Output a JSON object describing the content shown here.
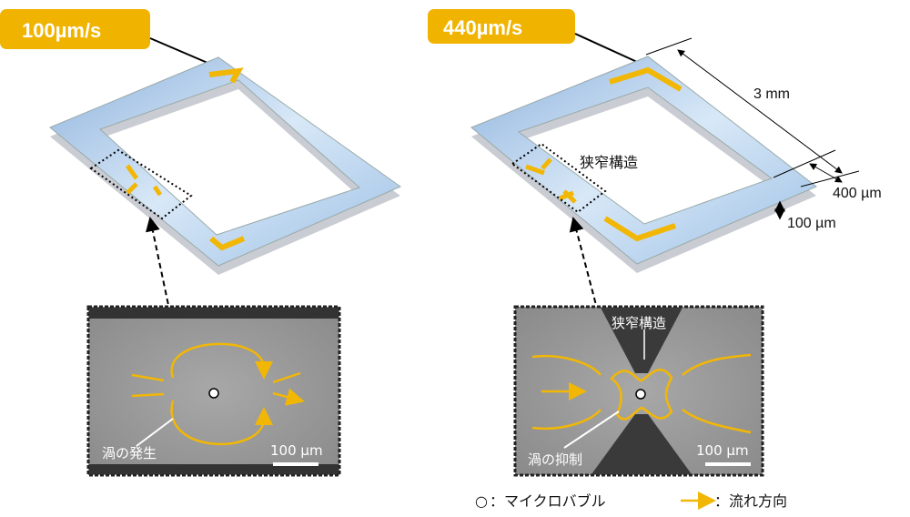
{
  "left_panel": {
    "speed_badge": "100µm/s",
    "vortex_label": "渦の発生",
    "scale_bar": "100 µm"
  },
  "right_panel": {
    "speed_badge": "440µm/s",
    "constriction_label": "狭窄構造",
    "dimension_length": "3 mm",
    "dimension_width": "400 µm",
    "dimension_depth": "100 µm",
    "micro_constriction_label": "狭窄構造",
    "vortex_label": "渦の抑制",
    "scale_bar": "100 µm"
  },
  "legend": {
    "bubble_symbol": "○",
    "bubble_label": "：マイクロバブル",
    "flow_label": "：流れ方向"
  },
  "colors": {
    "accent": "#f2b705",
    "channel": "#a9c8ea",
    "badge": "#f0b400"
  }
}
